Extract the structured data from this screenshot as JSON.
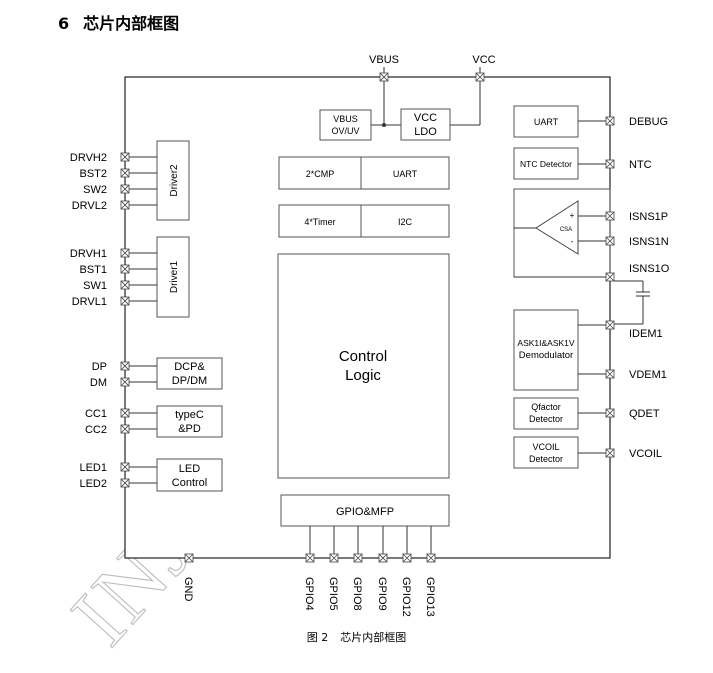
{
  "heading": {
    "number": "6",
    "text": "芯片内部框图"
  },
  "caption": {
    "figure": "图 2",
    "text": "芯片内部框图"
  },
  "watermark": "INJOINIC corp.",
  "colors": {
    "line": "#333333",
    "watermark": "#bcbcbc"
  },
  "top_pins": [
    "VBUS",
    "VCC"
  ],
  "bottom_pins": [
    "GND",
    "GPIO4",
    "GPIO5",
    "GPIO8",
    "GPIO9",
    "GPIO12",
    "GPIO13"
  ],
  "left_pins": {
    "driver2": [
      "DRVH2",
      "BST2",
      "SW2",
      "DRVL2"
    ],
    "driver1": [
      "DRVH1",
      "BST1",
      "SW1",
      "DRVL1"
    ],
    "dp_dm": [
      "DP",
      "DM"
    ],
    "cc": [
      "CC1",
      "CC2"
    ],
    "led": [
      "LED1",
      "LED2"
    ]
  },
  "right_pins": [
    "DEBUG",
    "NTC",
    "ISNS1P",
    "ISNS1N",
    "ISNS1O",
    "IDEM1",
    "VDEM1",
    "QDET",
    "VCOIL"
  ],
  "blocks": {
    "driver2": "Driver2",
    "driver1": "Driver1",
    "dcp": [
      "DCP&",
      "DP/DM"
    ],
    "typec": [
      "typeC",
      "&PD"
    ],
    "led_control": [
      "LED",
      "Control"
    ],
    "vbus_ovuv": [
      "VBUS",
      "OV/UV"
    ],
    "vcc_ldo": [
      "VCC",
      "LDO"
    ],
    "cmp": "2*CMP",
    "uart_mid": "UART",
    "timer": "4*Timer",
    "i2c": "I2C",
    "control_logic": [
      "Control",
      "Logic"
    ],
    "gpio_mfp": "GPIO&MFP",
    "uart_right": "UART",
    "ntc_detector": "NTC Detector",
    "csa": "CSA",
    "csa_plus": "+",
    "csa_minus": "-",
    "ask_demod": [
      "ASK1I&ASK1V",
      "Demodulator"
    ],
    "qfactor": [
      "Qfactor",
      "Detector"
    ],
    "vcoil_detector": [
      "VCOIL",
      "Detector"
    ]
  }
}
